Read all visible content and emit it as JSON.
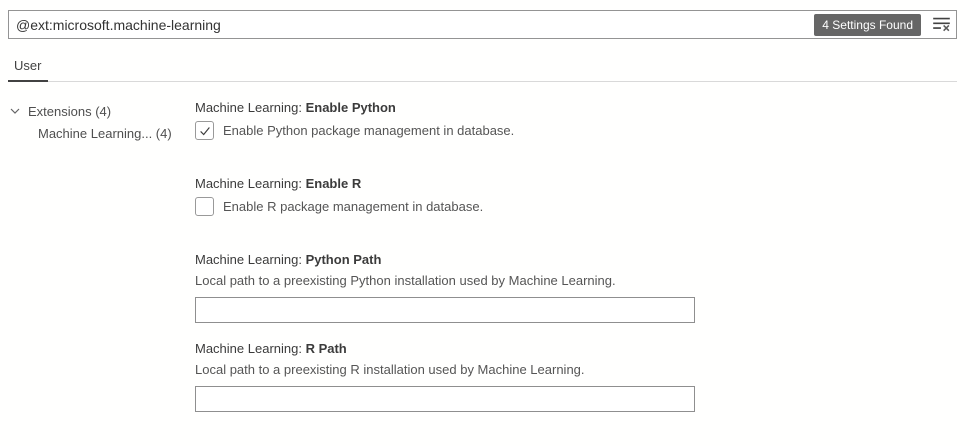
{
  "search": {
    "query": "@ext:microsoft.machine-learning",
    "results_badge": "4 Settings Found"
  },
  "tabs": {
    "user": "User"
  },
  "toc": {
    "items": [
      {
        "label": "Extensions (4)",
        "expanded": true
      },
      {
        "label": "Machine Learning... (4)"
      }
    ]
  },
  "settings": [
    {
      "category": "Machine Learning: ",
      "name": "Enable Python",
      "type": "checkbox",
      "checked": true,
      "description": "Enable Python package management in database."
    },
    {
      "category": "Machine Learning: ",
      "name": "Enable R",
      "type": "checkbox",
      "checked": false,
      "description": "Enable R package management in database."
    },
    {
      "category": "Machine Learning: ",
      "name": "Python Path",
      "type": "text",
      "value": "",
      "description": "Local path to a preexisting Python installation used by Machine Learning."
    },
    {
      "category": "Machine Learning: ",
      "name": "R Path",
      "type": "text",
      "value": "",
      "description": "Local path to a preexisting R installation used by Machine Learning."
    }
  ],
  "icons": {
    "clear_filter": "clear-search-results-icon",
    "toc_expand": "chevron-down-icon",
    "checkbox_check": "checkmark-icon"
  },
  "colors": {
    "badge_background": "#666666",
    "badge_text": "#ffffff",
    "tab_underline": "#424242",
    "search_border": "#949494",
    "input_border": "#8f8f8f",
    "separator": "#d9d9d9"
  }
}
